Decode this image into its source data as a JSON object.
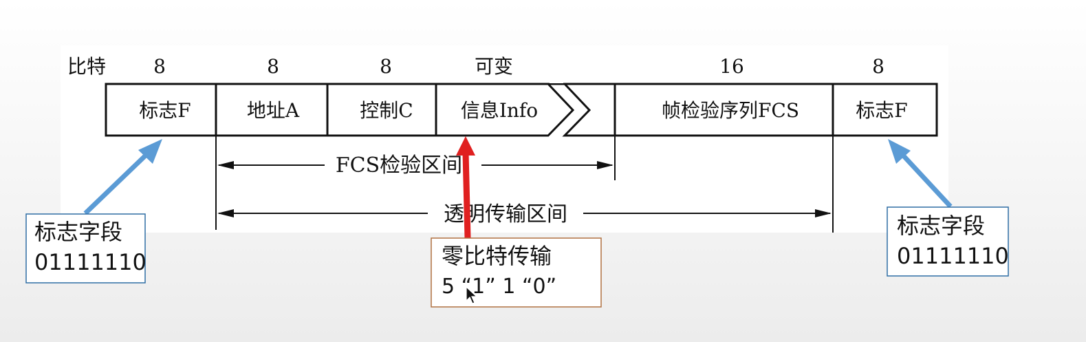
{
  "bits_label": "比特",
  "field_sizes": [
    "8",
    "8",
    "8",
    "可变",
    "16",
    "8"
  ],
  "fields": [
    "标志F",
    "地址A",
    "控制C",
    "信息Info",
    "帧检验序列FCS",
    "标志F"
  ],
  "ranges": {
    "fcs": "FCS检验区间",
    "transparent": "透明传输区间"
  },
  "callouts": {
    "left": {
      "title": "标志字段",
      "value": "01111110"
    },
    "middle": {
      "title": "零比特传输",
      "value": "5 “1” 1 “0”"
    },
    "right": {
      "title": "标志字段",
      "value": "01111110"
    }
  },
  "colors": {
    "blue_arrow": "#5b9bd5",
    "red_arrow": "#e02020",
    "callout_border_blue": "#2e6da4",
    "callout_border_brown": "#b07040"
  }
}
